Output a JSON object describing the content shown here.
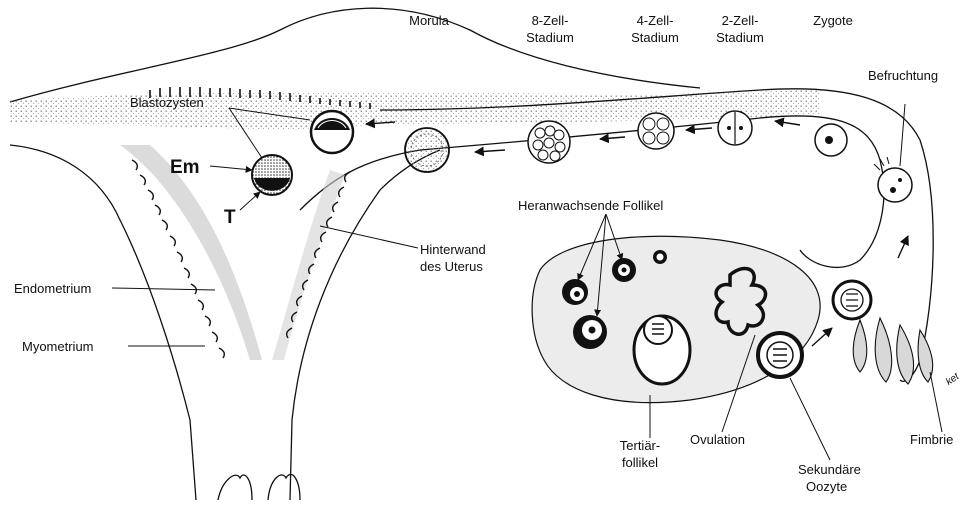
{
  "labels": {
    "morula": "Morula",
    "achtzell_1": "8-Zell-",
    "achtzell_2": "Stadium",
    "vierzell_1": "4-Zell-",
    "vierzell_2": "Stadium",
    "zweizell_1": "2-Zell-",
    "zweizell_2": "Stadium",
    "zygote": "Zygote",
    "befruchtung": "Befruchtung",
    "blastozysten": "Blastozysten",
    "em": "Em",
    "t": "T",
    "heranwachsende_follikel": "Heranwachsende Follikel",
    "hinterwand_1": "Hinterwand",
    "hinterwand_2": "des Uterus",
    "endometrium": "Endometrium",
    "myometrium": "Myometrium",
    "tertiaer_1": "Tertiär-",
    "tertiaer_2": "follikel",
    "ovulation": "Ovulation",
    "fimbrie": "Fimbrie",
    "sekundaer_1": "Sekundäre",
    "sekundaer_2": "Oozyte",
    "signature": "ket"
  },
  "colors": {
    "ink": "#111111",
    "stipple": "#b5b5b5",
    "ovary": "#ececec"
  }
}
